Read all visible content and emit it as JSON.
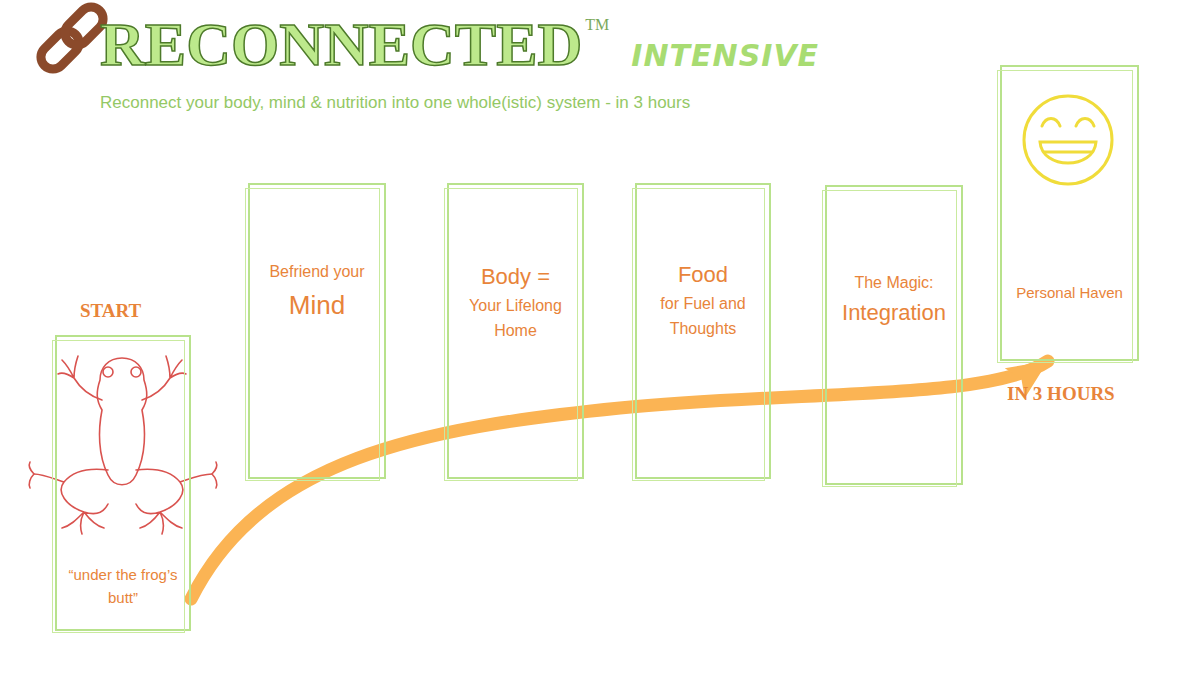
{
  "diagram": {
    "title": "RECONNECTED",
    "nodes": [
      {
        "text": [
          "“under the frog’s butt”"
        ]
      },
      {
        "text": [
          "Befriend your",
          "Mind"
        ]
      },
      {
        "text": [
          "Body =",
          "Your Lifelong Home"
        ]
      },
      {
        "text": [
          "Food",
          "for Fuel and Thoughts"
        ]
      },
      {
        "text": [
          "The Magic:",
          "Integration"
        ]
      },
      {
        "text": [
          "Personal Haven"
        ]
      }
    ],
    "edges": [
      {
        "from": 0,
        "to": 5,
        "arrow": "to"
      }
    ],
    "labels": [
      "TM",
      "INTENSIVE",
      "Reconnect your body, mind & nutrition into one whole(istic) system - in 3 hours",
      "START",
      "IN 3 HOURS"
    ]
  }
}
